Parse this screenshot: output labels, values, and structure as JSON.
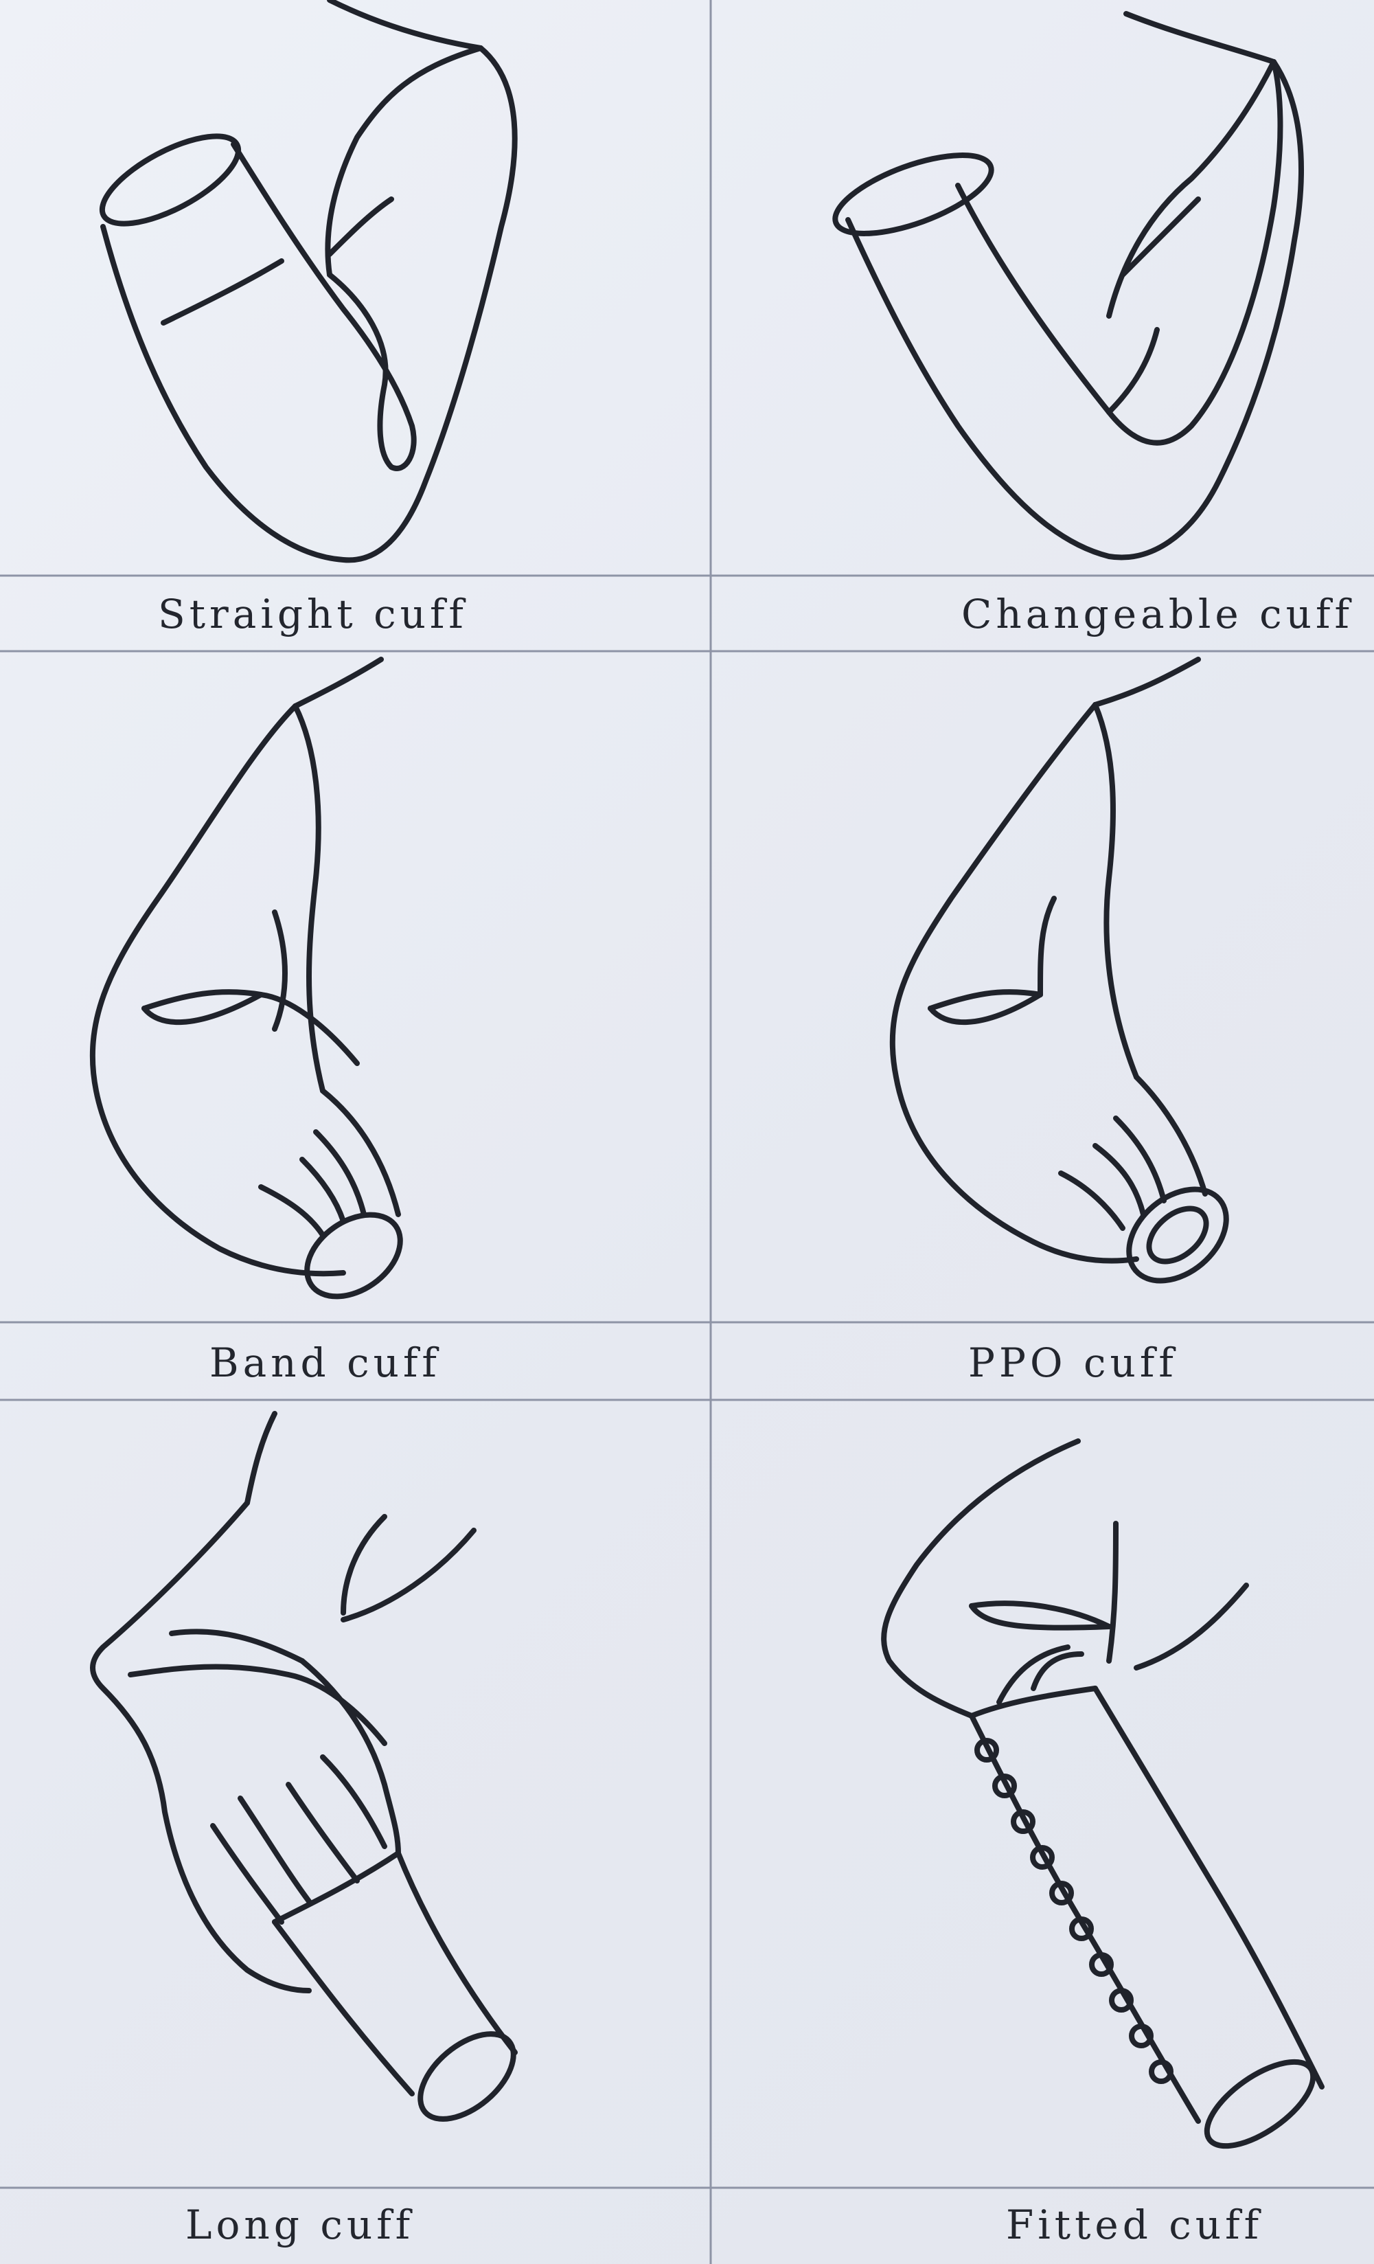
{
  "sheet": {
    "cells": [
      {
        "id": "straight",
        "label": "Straight cuff"
      },
      {
        "id": "changeable",
        "label": "Changeable cuff"
      },
      {
        "id": "band",
        "label": "Band cuff"
      },
      {
        "id": "ppo",
        "label": "PPO cuff"
      },
      {
        "id": "long",
        "label": "Long cuff"
      },
      {
        "id": "fitted",
        "label": "Fitted cuff"
      }
    ]
  },
  "colors": {
    "paper": "#e9ecf3",
    "ink": "#20232b",
    "grid_line": "#8e94a6"
  }
}
